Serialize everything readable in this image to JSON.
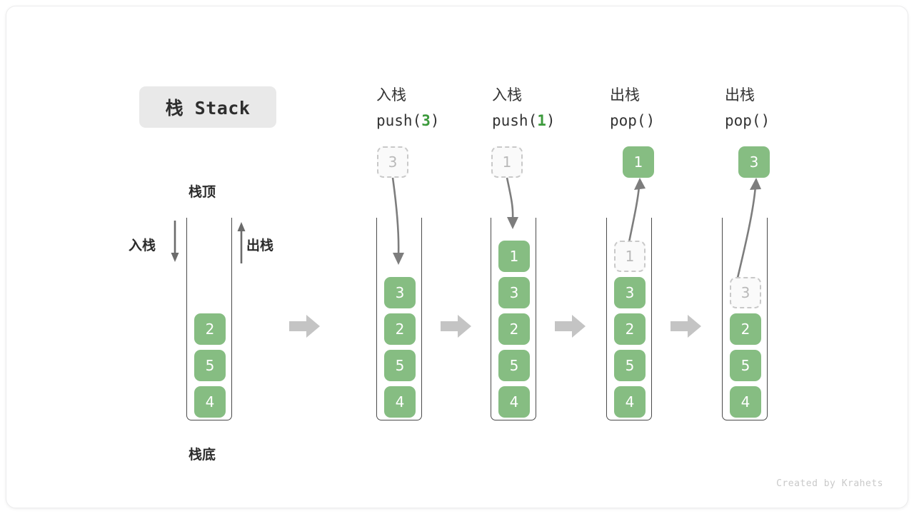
{
  "card": {
    "title_badge": "栈 Stack",
    "credit": "Created by Krahets"
  },
  "accents": {
    "element_green": "#86bd82",
    "arg_green": "#3c9a3c",
    "ghost_border": "#c9c9c9",
    "ghost_text": "#b9b9b9",
    "container_stroke": "#4a4a4a",
    "step_arrow_gray": "#c4c4c4",
    "badge_bg": "#e9e9e9"
  },
  "legend": {
    "top_label": "栈顶",
    "bottom_label": "栈底",
    "push_label": "入栈",
    "pop_label": "出栈",
    "push_arrow_icon": "arrow-down-icon",
    "pop_arrow_icon": "arrow-up-icon"
  },
  "columns": [
    {
      "id": "initial",
      "header_cn": "",
      "header_code": "",
      "header_arg": "",
      "cells_top_to_bottom": [
        "2",
        "5",
        "4"
      ],
      "float_box": null,
      "ghost_in_stack": null
    },
    {
      "id": "push-3",
      "header_cn": "入栈",
      "header_code_prefix": "push(",
      "header_arg": "3",
      "header_code_suffix": ")",
      "cells_top_to_bottom": [
        "3",
        "2",
        "5",
        "4"
      ],
      "float_box": {
        "value": "3",
        "style": "ghost"
      },
      "motion": "down"
    },
    {
      "id": "push-1",
      "header_cn": "入栈",
      "header_code_prefix": "push(",
      "header_arg": "1",
      "header_code_suffix": ")",
      "cells_top_to_bottom": [
        "1",
        "3",
        "2",
        "5",
        "4"
      ],
      "float_box": {
        "value": "1",
        "style": "ghost"
      },
      "motion": "down"
    },
    {
      "id": "pop-1",
      "header_cn": "出栈",
      "header_code_prefix": "pop(",
      "header_arg": "",
      "header_code_suffix": ")",
      "cells_top_to_bottom": [
        "1",
        "3",
        "2",
        "5",
        "4"
      ],
      "ghost_index_from_top": 0,
      "float_box": {
        "value": "1",
        "style": "filled"
      },
      "motion": "up"
    },
    {
      "id": "pop-3",
      "header_cn": "出栈",
      "header_code_prefix": "pop(",
      "header_arg": "",
      "header_code_suffix": ")",
      "cells_top_to_bottom": [
        "3",
        "2",
        "5",
        "4"
      ],
      "ghost_index_from_top": 0,
      "float_box": {
        "value": "3",
        "style": "filled"
      },
      "motion": "up"
    }
  ],
  "step_arrows": {
    "count": 4,
    "icon": "arrow-right-icon"
  }
}
